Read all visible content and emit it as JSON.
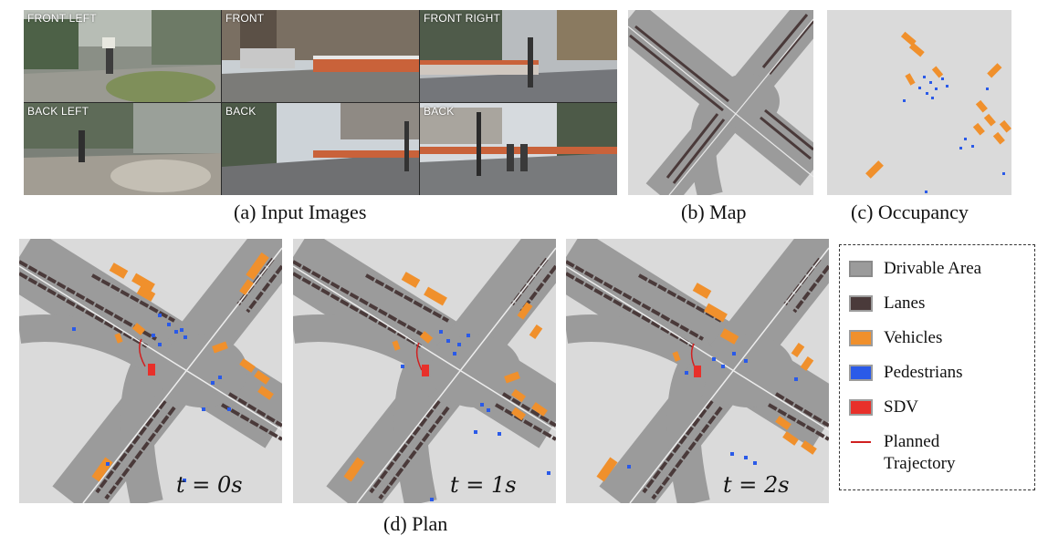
{
  "figure": {
    "cameras": [
      {
        "label": "FRONT LEFT"
      },
      {
        "label": "FRONT"
      },
      {
        "label": "FRONT RIGHT"
      },
      {
        "label": "BACK LEFT"
      },
      {
        "label": "BACK"
      },
      {
        "label": "BACK"
      }
    ],
    "captions": {
      "input_images": "(a) Input Images",
      "map": "(b) Map",
      "occupancy": "(c) Occupancy",
      "plan": "(d) Plan"
    },
    "time_labels": [
      "t = 0s",
      "t = 1s",
      "t = 2s"
    ],
    "legend": [
      {
        "label": "Drivable Area",
        "color": "#9b9b9b"
      },
      {
        "label": "Lanes",
        "color": "#4a3a3a"
      },
      {
        "label": "Vehicles",
        "color": "#f0902c"
      },
      {
        "label": "Pedestrians",
        "color": "#2a5ae8"
      },
      {
        "label": "SDV",
        "color": "#e8302a"
      },
      {
        "label": "Planned",
        "label2": "Trajectory",
        "color": "#d02020"
      }
    ],
    "colors": {
      "background_map": "#dadada",
      "road": "#9b9b9b",
      "lane": "#4a3a3a",
      "vehicle": "#f0902c",
      "pedestrian": "#2a5ae8",
      "sdv": "#e8302a"
    }
  }
}
